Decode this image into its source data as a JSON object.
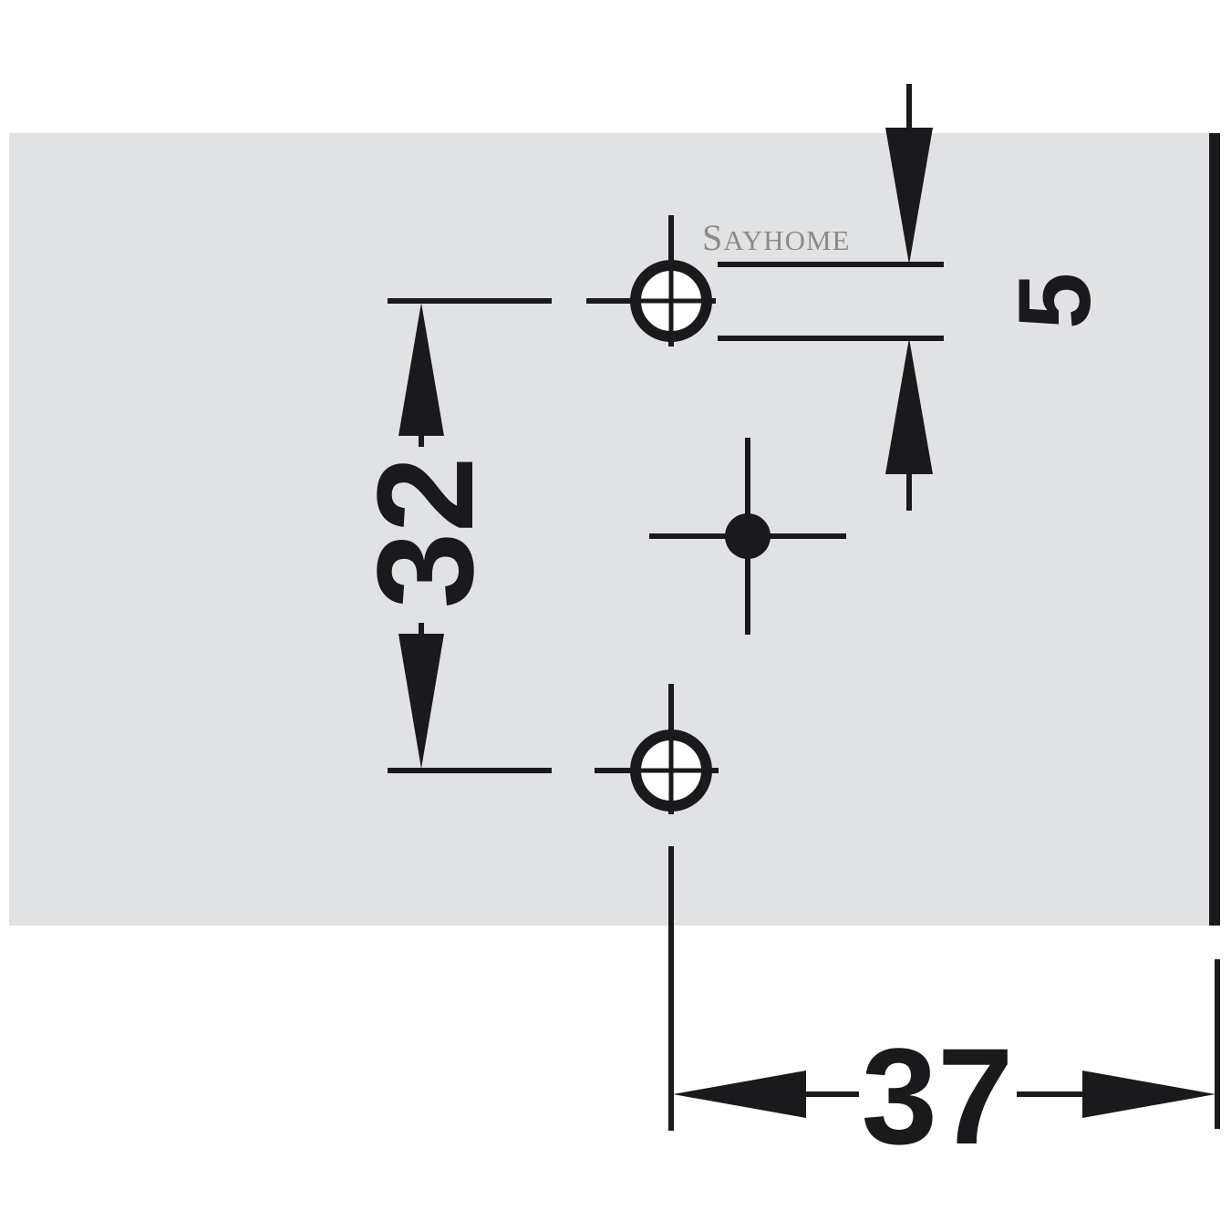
{
  "watermark": {
    "first": "S",
    "rest": "AYHOME"
  },
  "dimensions": {
    "hole_offset": {
      "value": "5",
      "orientation": "vertical-rotated"
    },
    "hole_spacing": {
      "value": "32",
      "orientation": "vertical-rotated"
    },
    "edge_distance": {
      "value": "37",
      "orientation": "horizontal"
    }
  },
  "colors": {
    "panel": "#e1e2e4",
    "ink": "#1a1a1c",
    "background": "#ffffff",
    "watermark": "#8a8a8a"
  },
  "elements": {
    "holes": [
      {
        "name": "upper-screw-hole",
        "type": "open-circle"
      },
      {
        "name": "lower-screw-hole",
        "type": "open-circle"
      },
      {
        "name": "center-drill-point",
        "type": "filled-circle"
      }
    ]
  }
}
